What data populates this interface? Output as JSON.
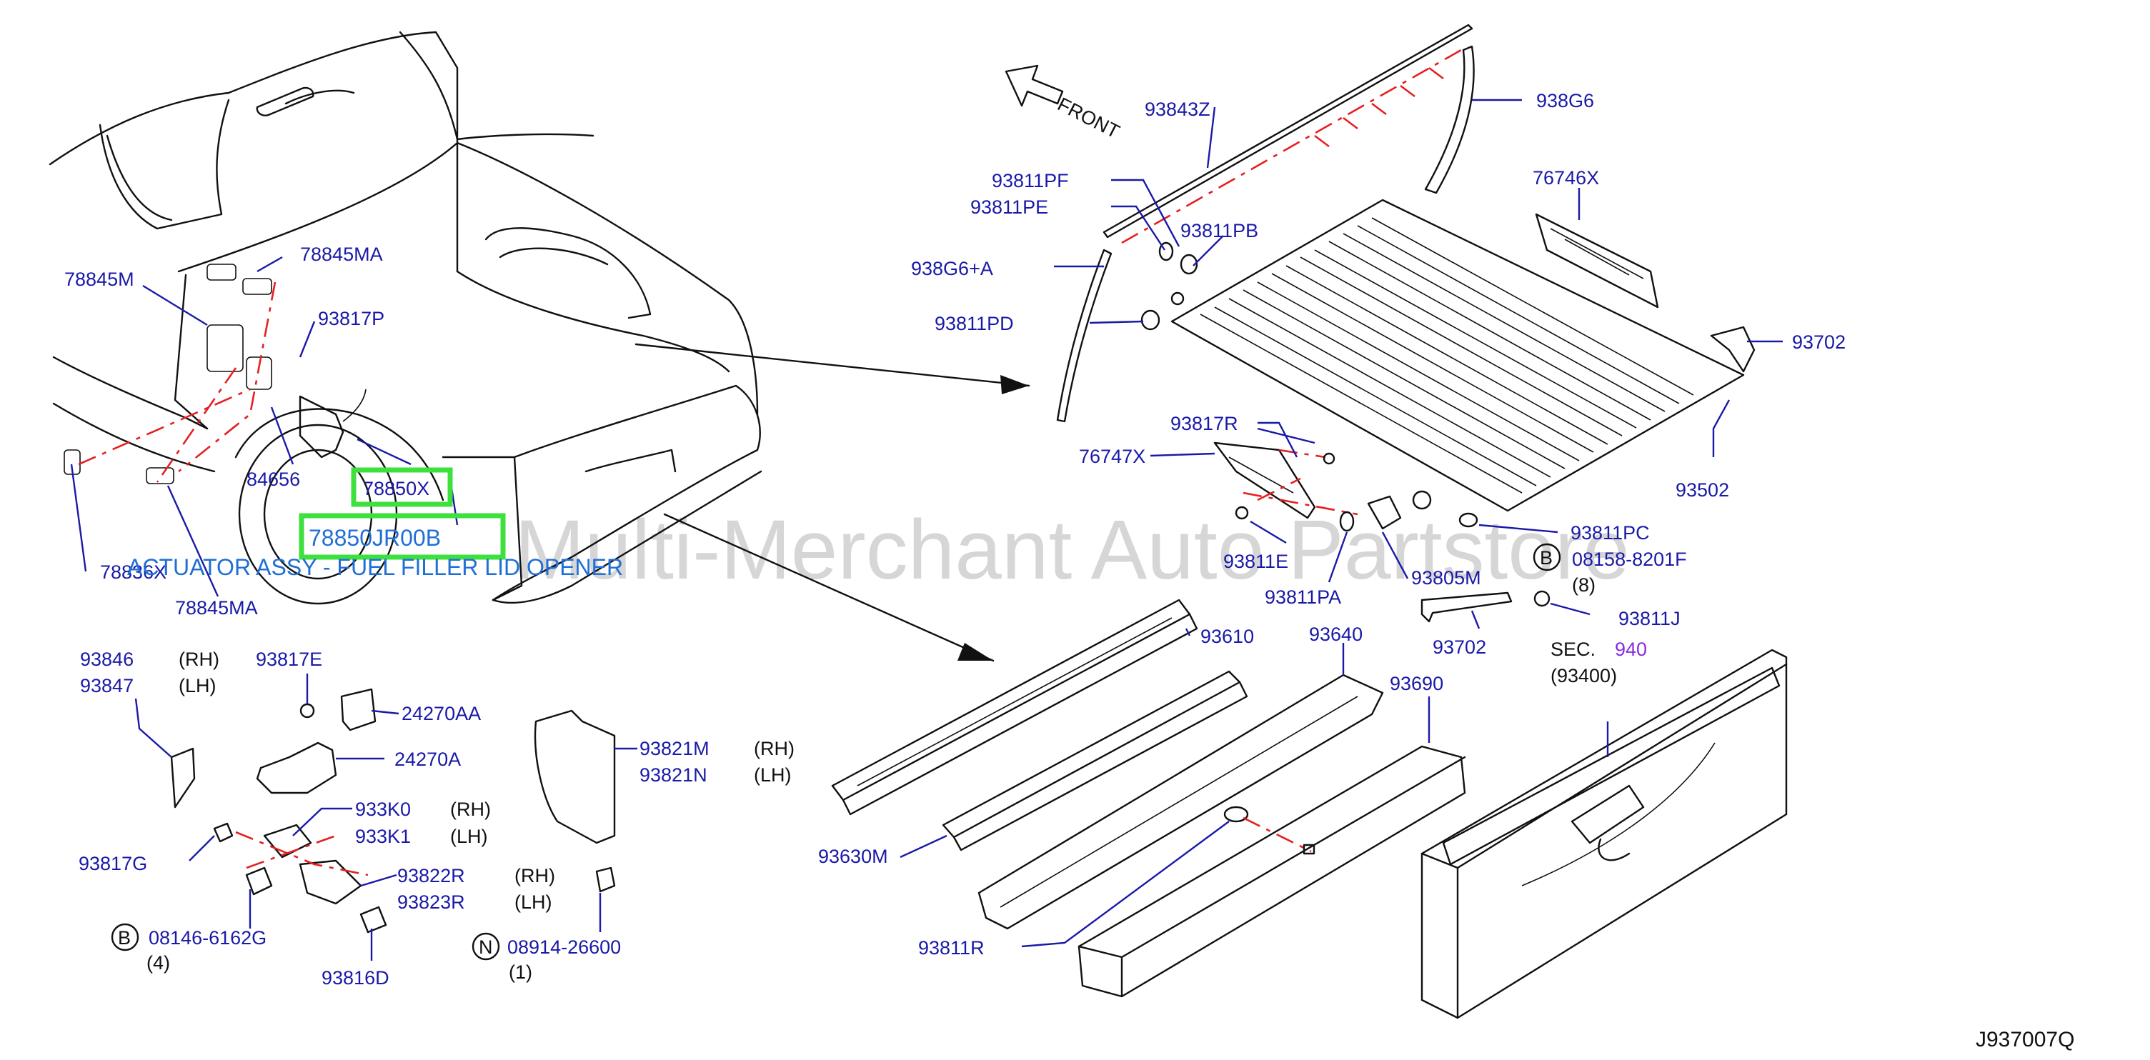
{
  "diagram": {
    "id_code": "J937007Q",
    "watermark": "Multi-Merchant Auto Partstore",
    "front_label": "FRONT",
    "highlight": {
      "part_number": "78850JR00B",
      "caption": "ACTUATOR ASSY - FUEL FILLER LID OPENER"
    },
    "parts": {
      "p78845M": "78845M",
      "p78845MA_top": "78845MA",
      "p93817P": "93817P",
      "p84656": "84656",
      "p78850X": "78850X",
      "p78836X": "78836X",
      "p78845MA_bot": "78845MA",
      "p93843Z": "93843Z",
      "p938G6": "938G6",
      "p93811PF": "93811PF",
      "p93811PE": "93811PE",
      "p93811PB": "93811PB",
      "p938G6A": "938G6+A",
      "p76746X": "76746X",
      "p93811PD": "93811PD",
      "p93702_top": "93702",
      "p93817R": "93817R",
      "p76747X": "76747X",
      "p93502": "93502",
      "p93811PC": "93811PC",
      "p08158": "08158-8201F",
      "p93811E": "93811E",
      "p93811PA": "93811PA",
      "p93805M": "93805M",
      "p93811J": "93811J",
      "p93702_bot": "93702",
      "p93610": "93610",
      "p93640": "93640",
      "p93690": "93690",
      "p93630M": "93630M",
      "p93811R": "93811R",
      "p93846": "93846",
      "p93847": "93847",
      "p93817E": "93817E",
      "p24270AA": "24270AA",
      "p24270A": "24270A",
      "p933K0": "933K0",
      "p933K1": "933K1",
      "p93817G": "93817G",
      "p93822R": "93822R",
      "p93823R": "93823R",
      "p08146": "08146-6162G",
      "p93816D": "93816D",
      "p93821M": "93821M",
      "p93821N": "93821N",
      "p08914": "08914-26600"
    },
    "notes": {
      "rh": "(RH)",
      "lh": "(LH)",
      "qty_8": "(8)",
      "qty_4": "(4)",
      "qty_1": "(1)",
      "circle_b": "B",
      "circle_n": "N",
      "sec_prefix": "SEC.",
      "sec_number": "940",
      "sec_sub": "(93400)"
    }
  }
}
